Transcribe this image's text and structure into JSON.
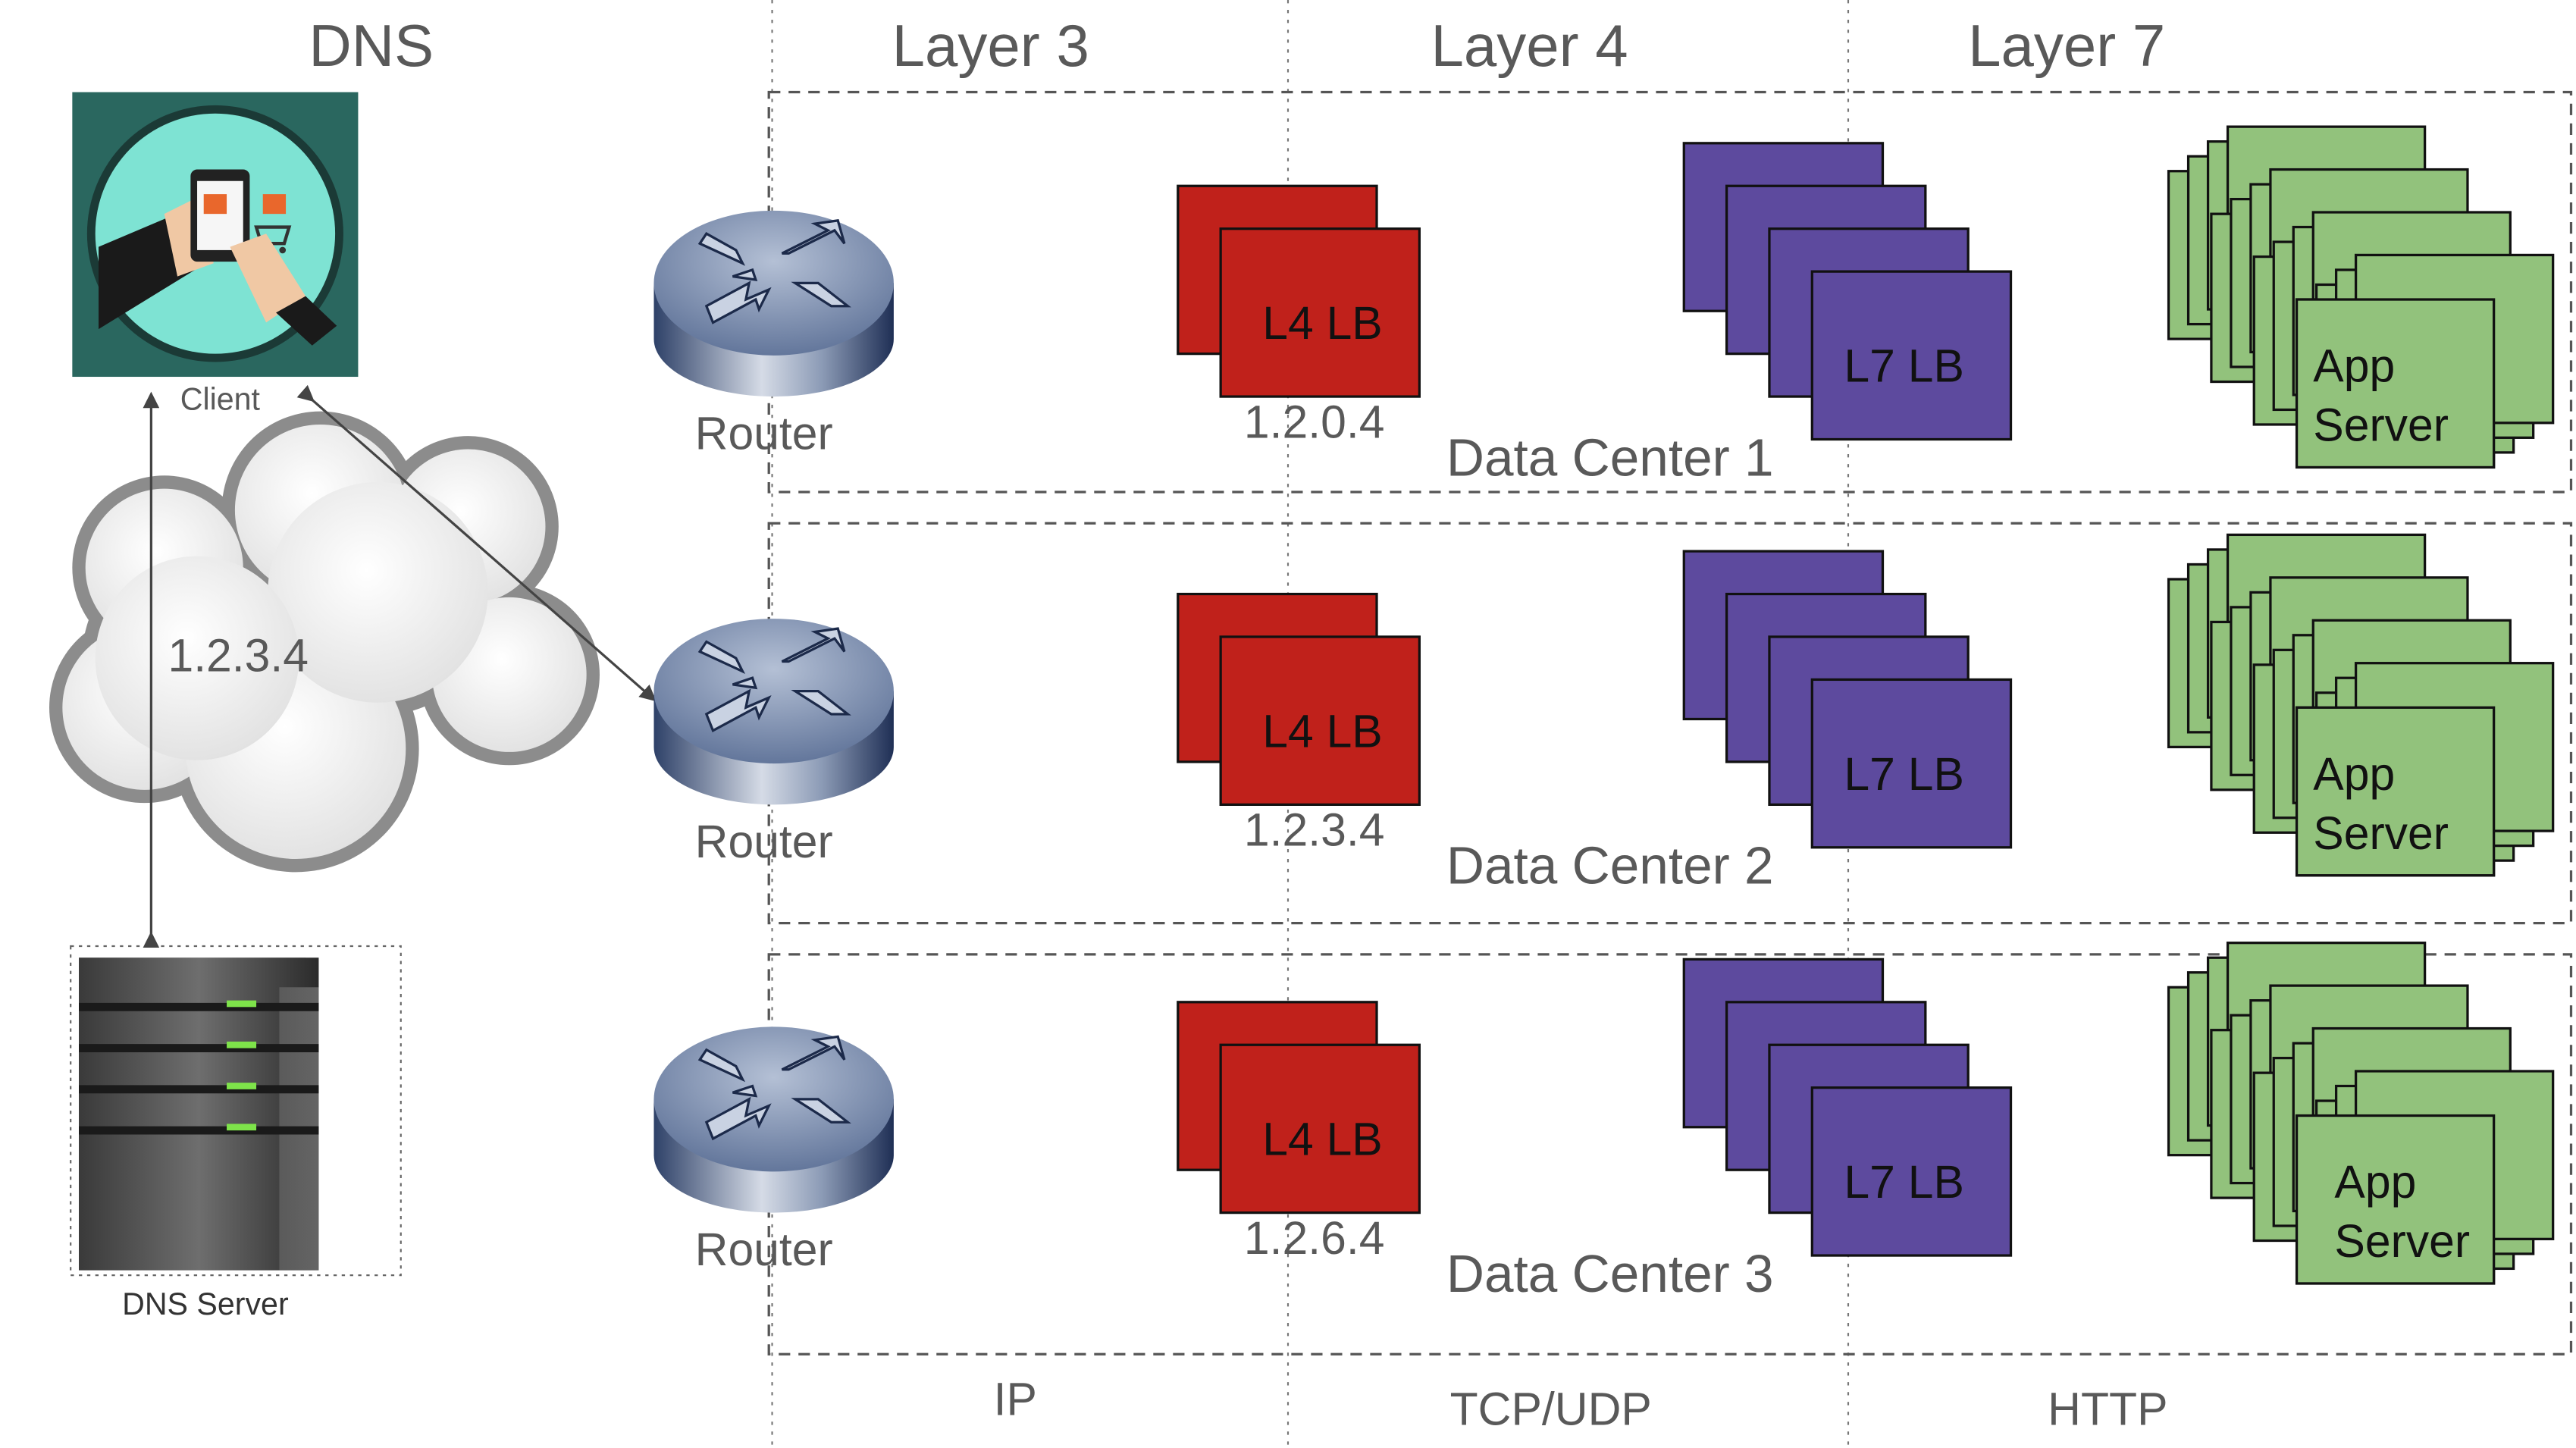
{
  "headers": {
    "dns": "DNS",
    "layer3": "Layer 3",
    "layer4": "Layer 4",
    "layer7": "Layer 7"
  },
  "protocols": {
    "ip": "IP",
    "tcp_udp": "TCP/UDP",
    "http": "HTTP"
  },
  "client": {
    "label": "Client"
  },
  "cloud": {
    "ip": "1.2.3.4"
  },
  "dns_server": {
    "label": "DNS Server"
  },
  "data_centers": [
    {
      "name": "Data Center 1",
      "router_label": "Router",
      "l4_label": "L4 LB",
      "l4_ip": "1.2.0.4",
      "l7_label": "L7 LB",
      "app_label_line1": "App",
      "app_label_line2": "Server"
    },
    {
      "name": "Data Center 2",
      "router_label": "Router",
      "l4_label": "L4 LB",
      "l4_ip": "1.2.3.4",
      "l7_label": "L7 LB",
      "app_label_line1": "App",
      "app_label_line2": "Server"
    },
    {
      "name": "Data Center 3",
      "router_label": "Router",
      "l4_label": "L4 LB",
      "l4_ip": "1.2.6.4",
      "l7_label": "L7 LB",
      "app_label_line1": "App",
      "app_label_line2": "Server"
    }
  ],
  "colors": {
    "text": "#595959",
    "l4": "#c0211b",
    "l7": "#5d4a9e",
    "app": "#92c27c",
    "dashed": "#555555",
    "client_bg": "#2a675f",
    "client_circle": "#7ee3d3"
  }
}
